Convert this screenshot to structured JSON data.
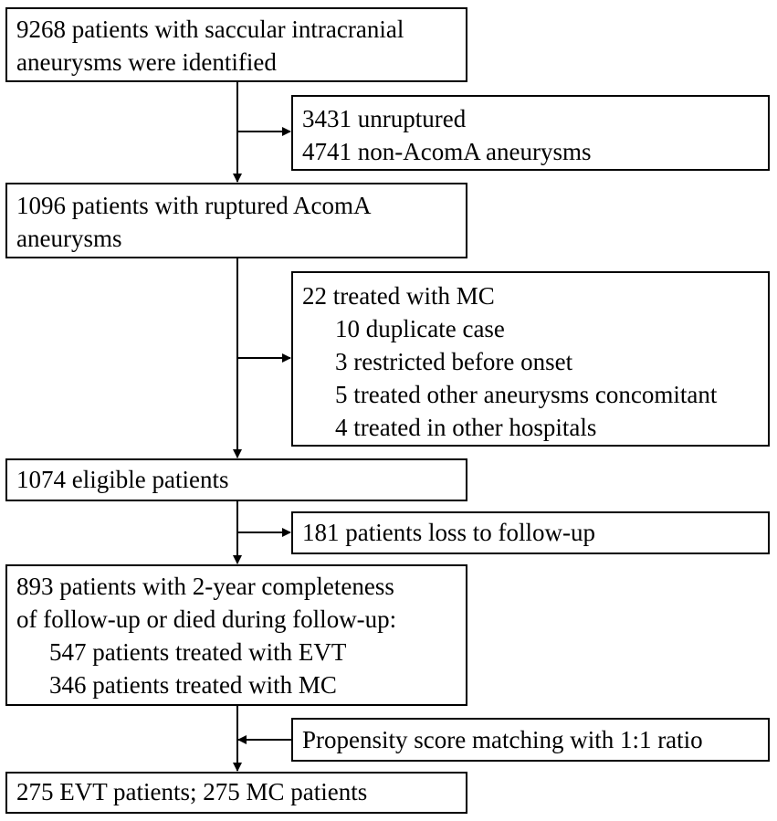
{
  "boxes": {
    "identified": {
      "lines": [
        "9268 patients with saccular intracranial",
        "aneurysms were identified"
      ]
    },
    "excluded_1": {
      "lines": [
        "3431 unruptured",
        "4741 non-AcomA aneurysms"
      ]
    },
    "ruptured": {
      "lines": [
        "1096 patients with ruptured AcomA",
        "aneurysms"
      ]
    },
    "excluded_2": {
      "header": "22 treated with MC",
      "items": [
        "10 duplicate case",
        "3 restricted before onset",
        "5 treated other aneurysms concomitant",
        "4 treated in other hospitals"
      ]
    },
    "eligible": {
      "lines": [
        "1074 eligible patients"
      ]
    },
    "loss": {
      "lines": [
        "181 patients loss to follow-up"
      ]
    },
    "complete": {
      "lines": [
        "893 patients with 2-year completeness",
        "of follow-up or died during follow-up:"
      ],
      "items": [
        "547 patients treated with EVT",
        "346 patients treated with MC"
      ]
    },
    "psm": {
      "lines": [
        "Propensity score matching with 1:1 ratio"
      ]
    },
    "final": {
      "lines": [
        "275 EVT patients; 275 MC patients"
      ]
    }
  },
  "colors": {
    "stroke": "#000000",
    "background": "#ffffff"
  }
}
